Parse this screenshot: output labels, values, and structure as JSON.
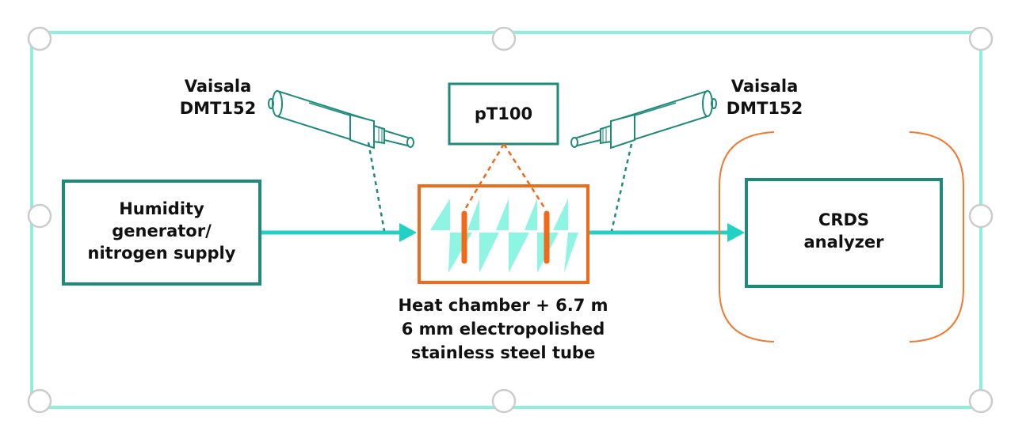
{
  "colors": {
    "frame": "#8ef0dc",
    "box": "#1e8a7a",
    "flow": "#22d0c4",
    "heat": "#f06a1a",
    "handle": "#cccccc"
  },
  "nodes": {
    "humidity": [
      "Humidity",
      "generator/",
      "nitrogen supply"
    ],
    "pt100": "pT100",
    "crds": [
      "CRDS",
      "analyzer"
    ],
    "sensor_left": [
      "Vaisala",
      "DMT152"
    ],
    "sensor_right": [
      "Vaisala",
      "DMT152"
    ],
    "heat_chamber": [
      "Heat chamber + 6.7 m",
      "6 mm electropolished",
      "stainless steel tube"
    ]
  }
}
